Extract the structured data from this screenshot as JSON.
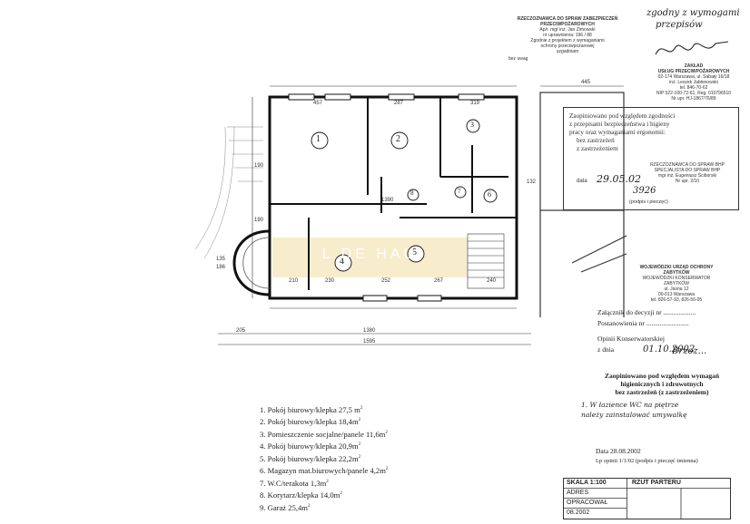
{
  "stamps": {
    "top_center": {
      "lines": [
        "RZECZOZNAWCA DO SPRAW ZABEZPIECZEŃ",
        "PRZECIWPOŻAROWYCH",
        "Ap/r. mgr inż. Jan Zimowski",
        "nr uprawnienia: 196 / 88",
        "Zgodnie z projektem z wymaganiami",
        "ochrony przeciwpożarowej",
        "uzgadniam"
      ],
      "footer": "bez uwag"
    },
    "top_right_handwriting": [
      "zgodny z wymogami",
      "przepisów"
    ],
    "top_right_company": {
      "lines": [
        "ZAKŁAD",
        "USŁUG PRZECIWPOŻAROWYCH",
        "02-174 Warszawa, ul. Sabały 16/18",
        "inż. Leszek Jabłonowski",
        "tel. 846-70-62",
        "NIP 522-100-72-61, Reg. 010796510",
        "Nr upr. HJ-1867/76/89"
      ]
    },
    "opinion_box": {
      "lines": [
        "Zaopiniowano pod względem zgodności",
        "z przepisami bezpieczeństwa i higieny",
        "pracy oraz wymaganiami ergonomii:",
        "bez zastrzeżeń",
        "z zastrzeżeniem"
      ],
      "date": "29.05.02",
      "number": "3926",
      "data_label": "data",
      "sign_label": "(podpis i pieczęć)"
    },
    "specialist_stamp": [
      "RZECZOZNAWCA DO SPRAW BHP",
      "SPECJALISTA DO SPRAW BHP",
      "mgr inż. Eugeniusz Ściborski",
      "Nr upr. 2/10"
    ],
    "conservator_stamp": [
      "WOJEWÓDZKI URZĄD OCHRONY",
      "ZABYTKÓW",
      "WOJEWÓDZKI KONSERWATOR",
      "ZABYTKÓW",
      "ul. Jasna 12",
      "00-013 Warszawa",
      "tel. 826-57-93, 826-56-05"
    ]
  },
  "decision": {
    "attachment": "Załącznik do decyzji nr ...................",
    "resolution": "Postanowienia nr .........................",
    "conservator": "Opinii Konserwatorskiej",
    "date_label": "z dnia",
    "date_value": "01.10.2002",
    "signature": "Brzoz..."
  },
  "sanitary": {
    "title_lines": [
      "Zaopiniowano pod względem wymagań",
      "higienicznych i zdrowotnych",
      "bez zastrzeżeń (z zastrzeżeniem)"
    ],
    "note_lines": [
      "1. W łazience WC na piętrze",
      "należy zainstalować umywalkę"
    ],
    "date": "Data 28.08.2002",
    "lp": "Lp opinii 1/1/02 (podpis i pieczęć imienna)"
  },
  "plan": {
    "watermark": "L  DE  HAU",
    "room_numbers": [
      "1",
      "2",
      "3",
      "4",
      "5",
      "6",
      "7",
      "8"
    ],
    "dimensions": [
      "457",
      "287",
      "319",
      "445",
      "190",
      "132",
      "1390",
      "1380",
      "1595",
      "205",
      "230",
      "252",
      "267",
      "240",
      "210",
      "135",
      "186",
      "190"
    ]
  },
  "legend": [
    {
      "n": "1.",
      "text": "Pokój biurowy/klepka 27,5 m",
      "sup": "2"
    },
    {
      "n": "2.",
      "text": "Pokój biurowy/klepka 18,4m",
      "sup": "2"
    },
    {
      "n": "3.",
      "text": "Pomieszczenie socjalne/panele 11,6m",
      "sup": "2"
    },
    {
      "n": "4.",
      "text": "Pokój biurowy/klepka 20,9m",
      "sup": "2"
    },
    {
      "n": "5.",
      "text": "Pokój biurowy/klepka 22,2m",
      "sup": "2"
    },
    {
      "n": "6.",
      "text": "Magazyn mat.biurowych/panele 4,2m",
      "sup": "2"
    },
    {
      "n": "7.",
      "text": "W.C/terakota 1,3m",
      "sup": "2"
    },
    {
      "n": "8.",
      "text": "Korytarz/klepka 14,0m",
      "sup": "2"
    },
    {
      "n": "9.",
      "text": "Garaż 25,4m",
      "sup": "2"
    }
  ],
  "title_block": {
    "scale": "SKALA 1:100",
    "view": "RZUT PARTERU",
    "address": "ADRES",
    "author": "OPRACOWAŁ",
    "date": "08.2002"
  }
}
